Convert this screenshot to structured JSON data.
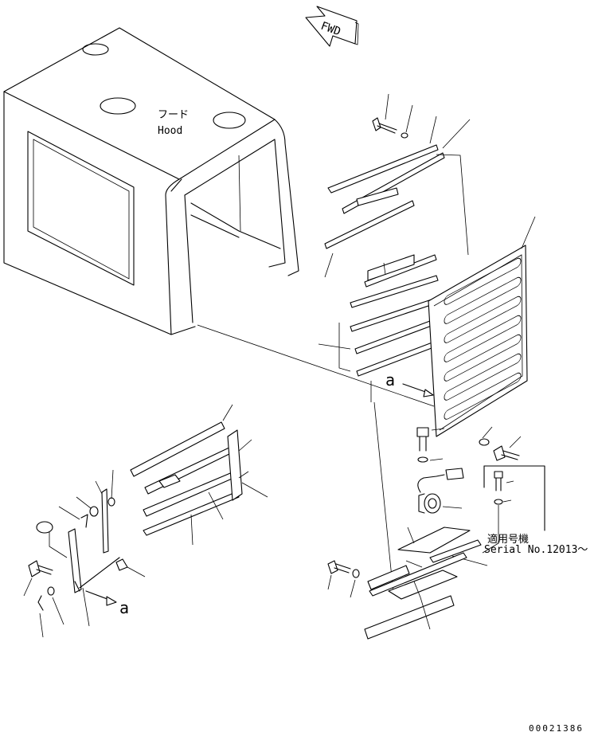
{
  "direction_arrow": {
    "label": "FWD"
  },
  "hood": {
    "label_jp": "フード",
    "label_en": "Hood"
  },
  "view_marker": {
    "upper": "a",
    "lower": "a"
  },
  "applicability_note": {
    "label_jp": "適用号機",
    "serial": "Serial No.12013～"
  },
  "drawing_number": "00021386"
}
